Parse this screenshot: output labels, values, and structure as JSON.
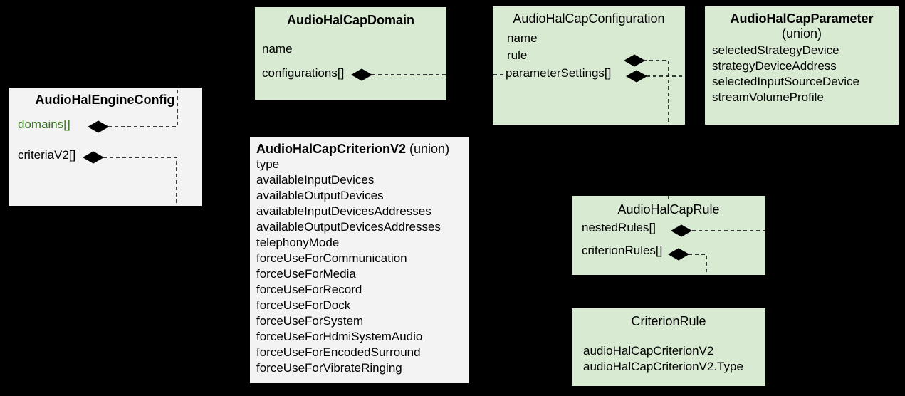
{
  "diagram": {
    "background": "#000000",
    "colors": {
      "green_fill": "#d9ead3",
      "gray_fill": "#f3f3f3",
      "green_text": "#38761d",
      "line": "#000000",
      "text": "#000000"
    },
    "boxes": {
      "engine": {
        "title": "AudioHalEngineConfig",
        "fields": {
          "domains": "domains[]",
          "criteria": "criteriaV2[]"
        }
      },
      "domain": {
        "title": "AudioHalCapDomain",
        "fields": {
          "name": "name",
          "configurations": "configurations[]"
        }
      },
      "configuration": {
        "title": "AudioHalCapConfiguration",
        "fields": {
          "name": "name",
          "rule": "rule",
          "parameterSettings": "parameterSettings[]"
        }
      },
      "parameter": {
        "title": "AudioHalCapParameter",
        "subtitle": "(union)",
        "fields": [
          "selectedStrategyDevice",
          "strategyDeviceAddress",
          "selectedInputSourceDevice",
          "streamVolumeProfile"
        ]
      },
      "criterionV2": {
        "title": "AudioHalCapCriterionV2",
        "subtitle": " (union)",
        "fields": [
          "type",
          "availableInputDevices",
          "availableOutputDevices",
          "availableInputDevicesAddresses",
          "availableOutputDevicesAddresses",
          "telephonyMode",
          "forceUseForCommunication",
          "forceUseForMedia",
          "forceUseForRecord",
          "forceUseForDock",
          "forceUseForSystem",
          "forceUseForHdmiSystemAudio",
          "forceUseForEncodedSurround",
          "forceUseForVibrateRinging"
        ]
      },
      "rule": {
        "title": "AudioHalCapRule",
        "fields": {
          "nestedRules": "nestedRules[]",
          "criterionRules": "criterionRules[]"
        }
      },
      "criterionRule": {
        "title": "CriterionRule",
        "fields": [
          "audioHalCapCriterionV2",
          "audioHalCapCriterionV2.Type"
        ]
      }
    },
    "connections": [
      {
        "from": "AudioHalEngineConfig.domains[]",
        "to": "AudioHalCapDomain",
        "type": "composition",
        "style": "dashed"
      },
      {
        "from": "AudioHalEngineConfig.criteriaV2[]",
        "to": "AudioHalCapCriterionV2",
        "type": "composition",
        "style": "dashed"
      },
      {
        "from": "AudioHalCapDomain.configurations[]",
        "to": "AudioHalCapConfiguration",
        "type": "composition",
        "style": "dashed"
      },
      {
        "from": "AudioHalCapConfiguration.rule",
        "to": "AudioHalCapRule",
        "type": "composition",
        "style": "dashed"
      },
      {
        "from": "AudioHalCapConfiguration.parameterSettings[]",
        "to": "AudioHalCapParameter",
        "type": "composition",
        "style": "dashed"
      },
      {
        "from": "AudioHalCapRule.nestedRules[]",
        "to": "AudioHalCapRule",
        "type": "composition",
        "style": "dashed"
      },
      {
        "from": "AudioHalCapRule.criterionRules[]",
        "to": "CriterionRule",
        "type": "composition",
        "style": "dashed"
      }
    ]
  }
}
